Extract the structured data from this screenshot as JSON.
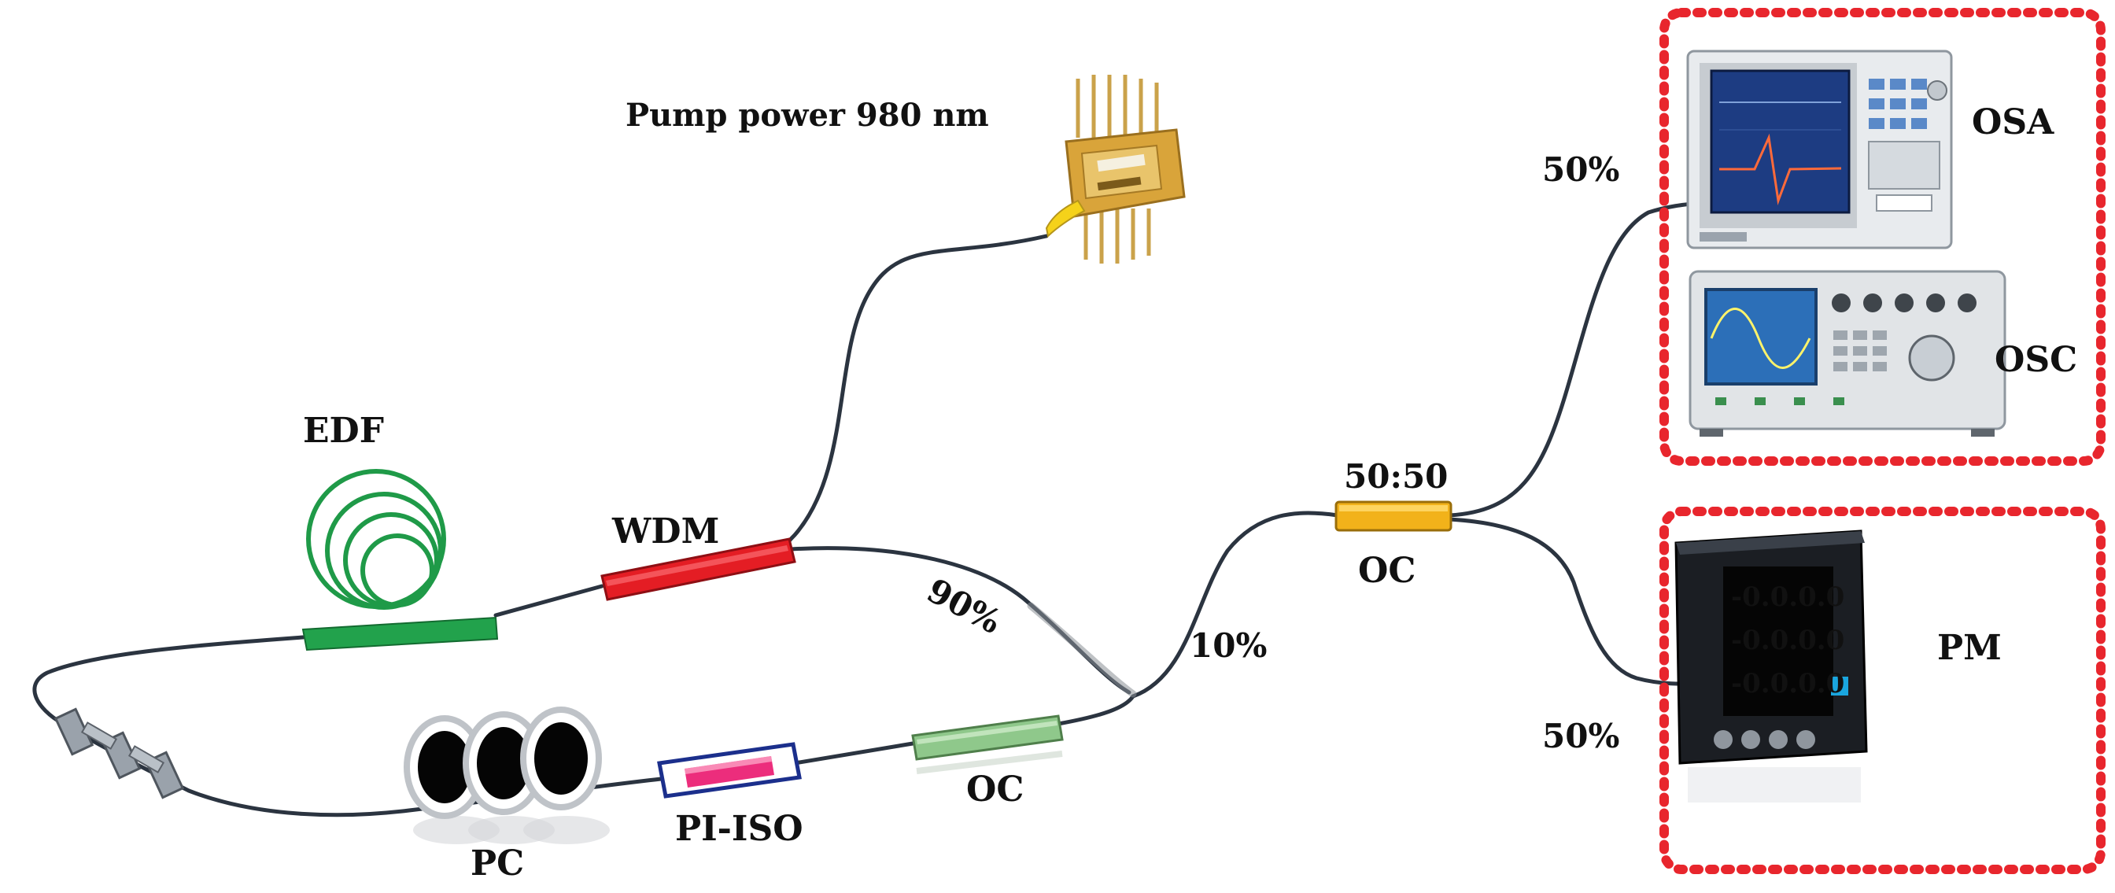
{
  "labels": {
    "pump": "Pump power 980 nm",
    "edf": "EDF",
    "wdm": "WDM",
    "ninety": "90%",
    "ten": "10%",
    "ratio": "50:50",
    "oc_right": "OC",
    "oc_left": "OC",
    "pc": "PC",
    "pi_iso": "PI-ISO",
    "osa": "OSA",
    "osc": "OSC",
    "pm": "PM",
    "fifty_top": "50%",
    "fifty_bottom": "50%"
  },
  "meter_readout": [
    "-0.0.0.0",
    "-0.0.0.0",
    "-0.0.0.0"
  ],
  "colors": {
    "fiber": "#2b3440",
    "edf": "#1f9a48",
    "wdm": "#e41d24",
    "oc_green": "#8fc88b",
    "splitter": "#f2b21a",
    "iso_pink": "#ec2d7c",
    "dash_box": "#e8262d",
    "osa_screen": "#1d3c82",
    "osc_screen": "#2c6fb8",
    "pm_digits": "#ff2a1c",
    "pump_gold": "#d9a43a"
  }
}
